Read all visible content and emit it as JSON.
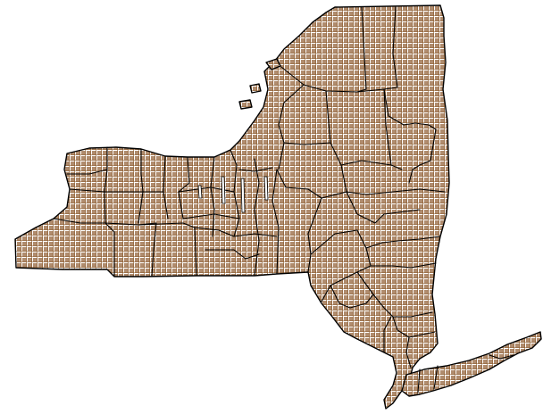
{
  "map": {
    "region": "New York State",
    "divisions": "counties",
    "fill_pattern": "grid",
    "colors": {
      "background": "#ffffff",
      "cell_fill": "#b08c6e",
      "cell_line": "#ffffff",
      "cell_edge": "#8b5a2b",
      "boundary": "#000000"
    }
  }
}
